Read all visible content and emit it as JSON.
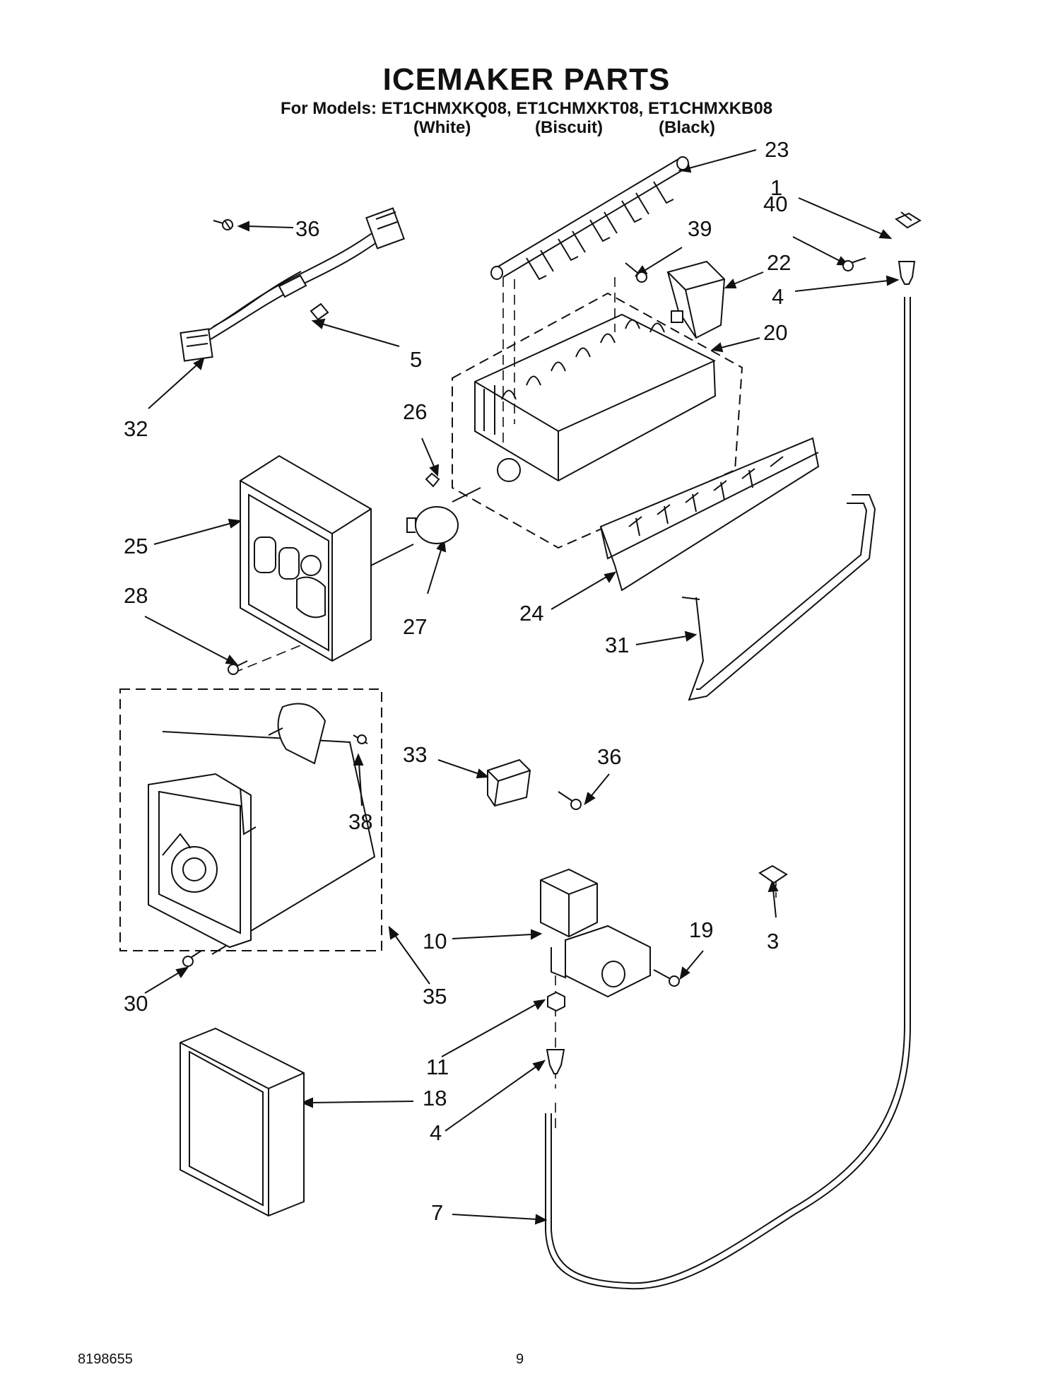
{
  "header": {
    "title": "ICEMAKER PARTS",
    "models_line": "For Models: ET1CHMXKQ08, ET1CHMXKT08, ET1CHMXKB08",
    "variants": [
      "(White)",
      "(Biscuit)",
      "(Black)"
    ]
  },
  "callouts": [
    "36",
    "5",
    "32",
    "25",
    "26",
    "27",
    "28",
    "39",
    "23",
    "1",
    "40",
    "22",
    "4",
    "20",
    "24",
    "31",
    "33",
    "36",
    "38",
    "30",
    "35",
    "10",
    "19",
    "3",
    "11",
    "18",
    "4",
    "7"
  ],
  "footer": {
    "doc_number": "8198655",
    "page_number": "9"
  }
}
